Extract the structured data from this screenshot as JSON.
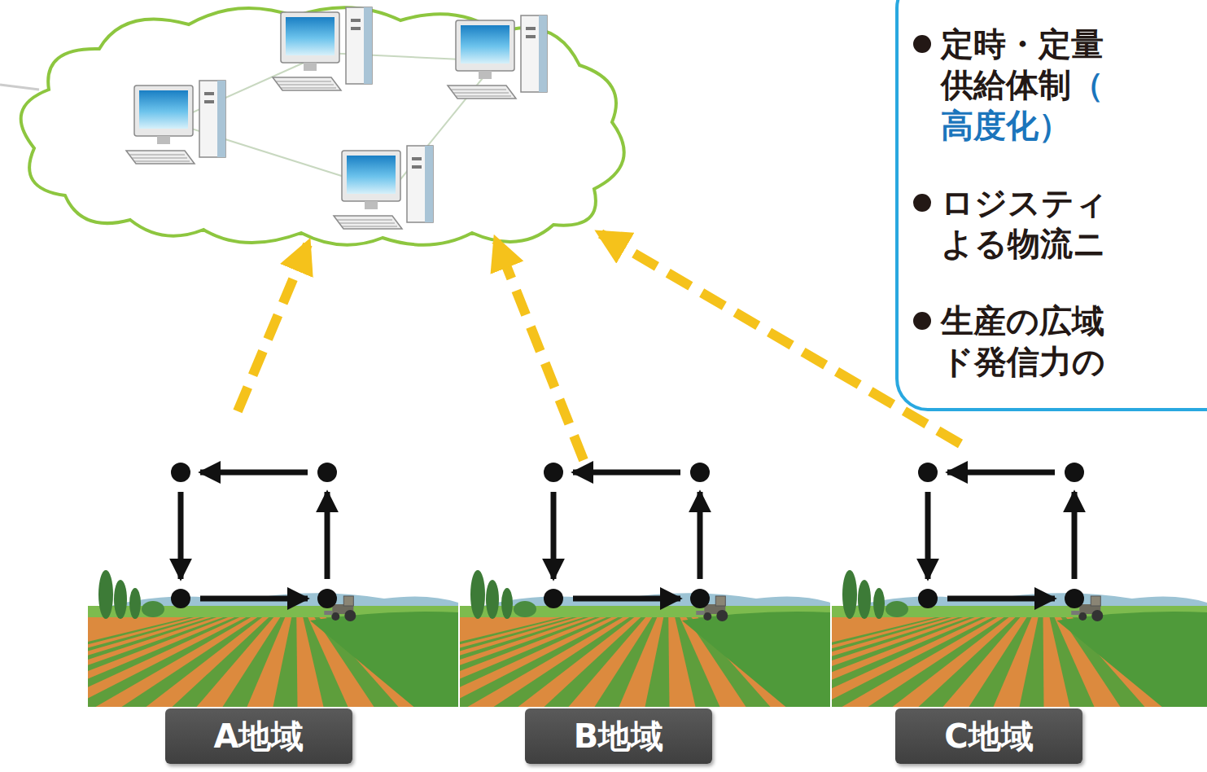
{
  "diagram": {
    "nodes": [
      {
        "text": [
          "定時・定量 供給体制",
          "（ 高度化）",
          "ロジスティ よる物流ニ",
          "生産の広域 ド発信力の"
        ]
      },
      {
        "text": [
          "A地域"
        ]
      },
      {
        "text": [
          "B地域"
        ]
      },
      {
        "text": [
          "C地域"
        ]
      }
    ]
  }
}
